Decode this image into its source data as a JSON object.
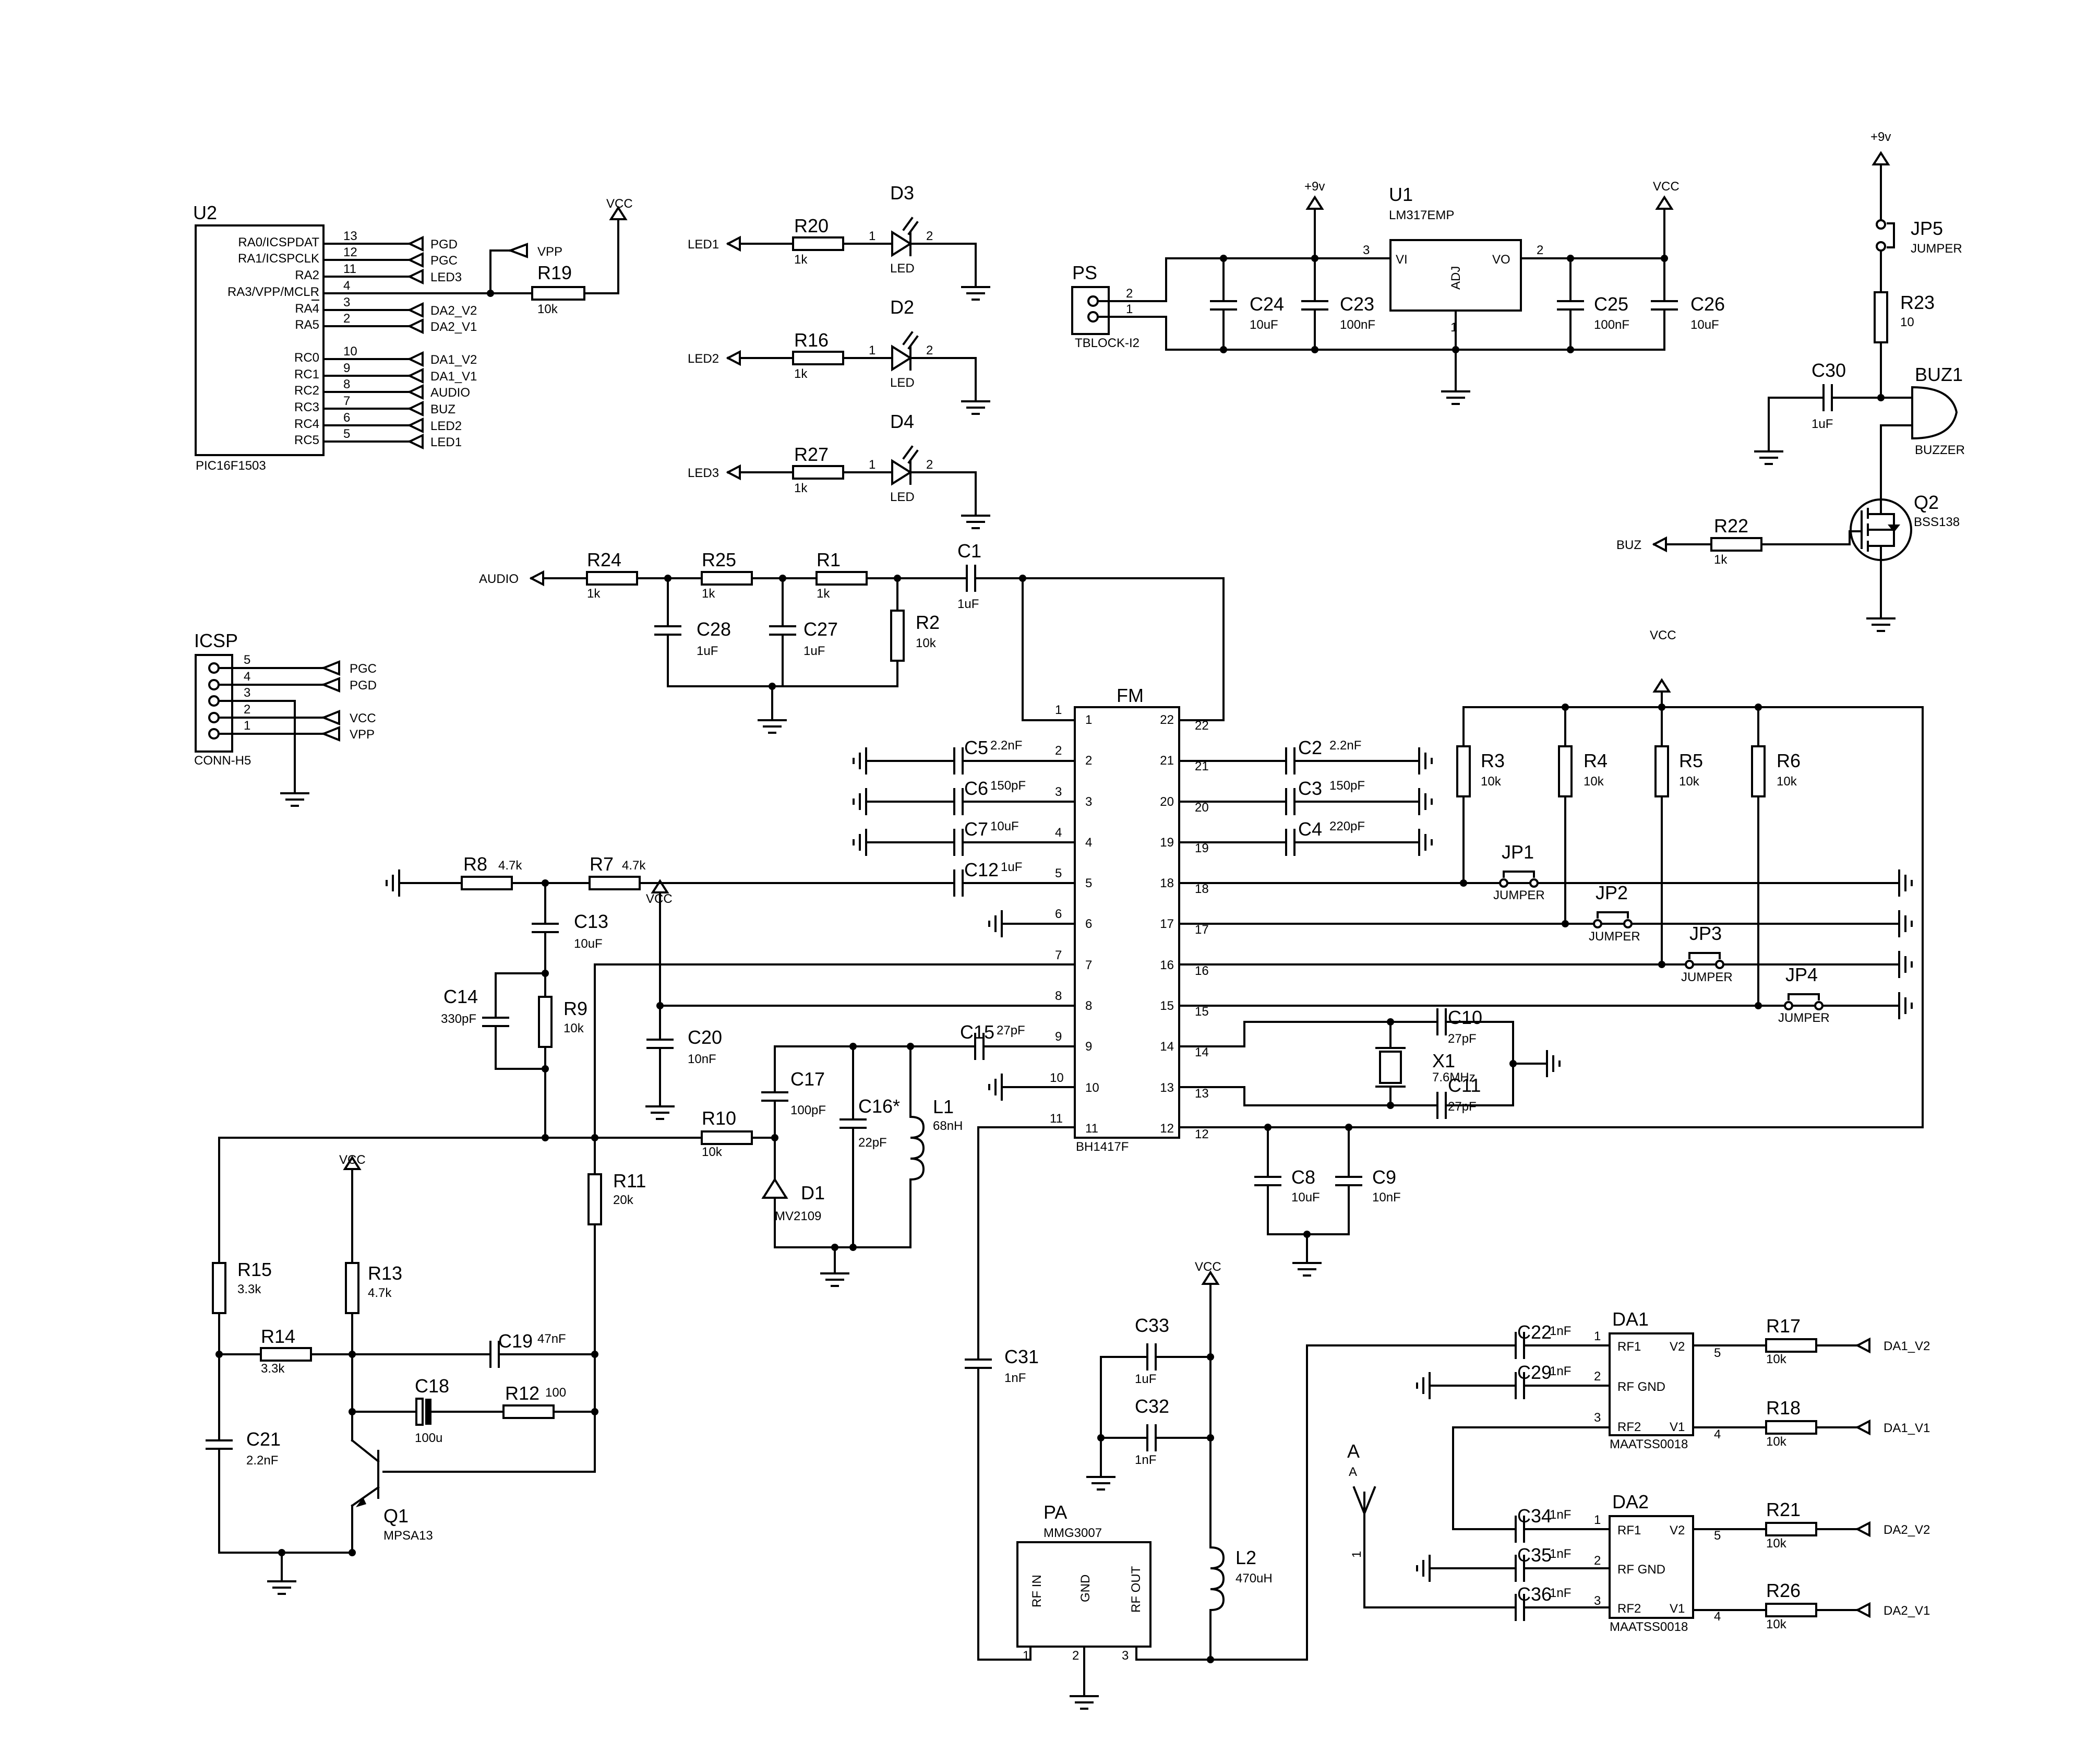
{
  "u2": {
    "ref": "U2",
    "part": "PIC16F1503",
    "pins": [
      {
        "name": "RA0/ICSPDAT",
        "num": "13",
        "net": "PGD"
      },
      {
        "name": "RA1/ICSPCLK",
        "num": "12",
        "net": "PGC"
      },
      {
        "name": "RA2",
        "num": "11",
        "net": "LED3"
      },
      {
        "name": "RA3/VPP/MCLR",
        "num": "4",
        "net": ""
      },
      {
        "name": "RA4",
        "num": "3",
        "net": "DA2_V2"
      },
      {
        "name": "RA5",
        "num": "2",
        "net": "DA2_V1"
      },
      {
        "name": "RC0",
        "num": "10",
        "net": "DA1_V2"
      },
      {
        "name": "RC1",
        "num": "9",
        "net": "DA1_V1"
      },
      {
        "name": "RC2",
        "num": "8",
        "net": "AUDIO"
      },
      {
        "name": "RC3",
        "num": "7",
        "net": "BUZ"
      },
      {
        "name": "RC4",
        "num": "6",
        "net": "LED2"
      },
      {
        "name": "RC5",
        "num": "5",
        "net": "LED1"
      }
    ],
    "vpp": "VPP",
    "vcc": "VCC",
    "r19": {
      "ref": "R19",
      "val": "10k"
    }
  },
  "icsp": {
    "ref": "ICSP",
    "part": "CONN-H5",
    "pins": [
      {
        "num": "5",
        "net": "PGC"
      },
      {
        "num": "4",
        "net": "PGD"
      },
      {
        "num": "3",
        "net": ""
      },
      {
        "num": "2",
        "net": "VCC"
      },
      {
        "num": "1",
        "net": "VPP"
      }
    ]
  },
  "leds": [
    {
      "net": "LED1",
      "r": "R20",
      "rv": "1k",
      "d": "D3",
      "dv": "LED"
    },
    {
      "net": "LED2",
      "r": "R16",
      "rv": "1k",
      "d": "D2",
      "dv": "LED"
    },
    {
      "net": "LED3",
      "r": "R27",
      "rv": "1k",
      "d": "D4",
      "dv": "LED"
    }
  ],
  "led_pins": {
    "a": "1",
    "k": "2"
  },
  "psu": {
    "ps": "PS",
    "ps_part": "TBLOCK-I2",
    "ps_pin2": "2",
    "ps_pin1": "1",
    "u1": "U1",
    "u1_part": "LM317EMP",
    "vi": "VI",
    "vo": "VO",
    "adj": "ADJ",
    "pin3": "3",
    "pin2": "2",
    "pin1": "1",
    "v9": "+9v",
    "vcc": "VCC",
    "caps": [
      {
        "ref": "C24",
        "val": "10uF"
      },
      {
        "ref": "C23",
        "val": "100nF"
      },
      {
        "ref": "C25",
        "val": "100nF"
      },
      {
        "ref": "C26",
        "val": "10uF"
      }
    ]
  },
  "buzzer": {
    "v9": "+9v",
    "jp5": "JP5",
    "jp5_val": "JUMPER",
    "r23": "R23",
    "r23_val": "10",
    "c30": "C30",
    "c30_val": "1uF",
    "buz1": "BUZ1",
    "buz1_val": "BUZZER",
    "q2": "Q2",
    "q2_val": "BSS138",
    "r22": "R22",
    "r22_val": "1k",
    "net": "BUZ"
  },
  "audio": {
    "net": "AUDIO",
    "r24": "R24",
    "r24v": "1k",
    "r25": "R25",
    "r25v": "1k",
    "r1": "R1",
    "r1v": "1k",
    "c1": "C1",
    "c1v": "1uF",
    "c28": "C28",
    "c28v": "1uF",
    "c27": "C27",
    "c27v": "1uF",
    "r2": "R2",
    "r2v": "10k"
  },
  "fm": {
    "ref": "FM",
    "part": "BH1417F",
    "left_pins": [
      "1",
      "2",
      "3",
      "4",
      "5",
      "6",
      "7",
      "8",
      "9",
      "10",
      "11"
    ],
    "right_pins": [
      "22",
      "21",
      "20",
      "19",
      "18",
      "17",
      "16",
      "15",
      "14",
      "13",
      "12"
    ]
  },
  "fm_caps": {
    "c5": "C5",
    "c5v": "2.2nF",
    "c6": "C6",
    "c6v": "150pF",
    "c7": "C7",
    "c7v": "10uF",
    "c12": "C12",
    "c12v": "1uF",
    "c2": "C2",
    "c2v": "2.2nF",
    "c3": "C3",
    "c3v": "150pF",
    "c4": "C4",
    "c4v": "220pF"
  },
  "osc": {
    "r8": "R8",
    "r8v": "4.7k",
    "r7": "R7",
    "r7v": "4.7k",
    "vcc": "VCC",
    "c13": "C13",
    "c13v": "10uF",
    "c14": "C14",
    "c14v": "330pF",
    "r9": "R9",
    "r9v": "10k",
    "c20": "C20",
    "c20v": "10nF",
    "r10": "R10",
    "r10v": "10k",
    "r11": "R11",
    "r11v": "20k",
    "c15": "C15",
    "c15v": "27pF",
    "c17": "C17",
    "c17v": "100pF",
    "c16": "C16*",
    "c16v": "22pF",
    "l1": "L1",
    "l1v": "68nH",
    "d1": "D1",
    "d1v": "MV2109"
  },
  "amp": {
    "vcc": "VCC",
    "r15": "R15",
    "r15v": "3.3k",
    "r13": "R13",
    "r13v": "4.7k",
    "r14": "R14",
    "r14v": "3.3k",
    "c19": "C19",
    "c19v": "47nF",
    "c18": "C18",
    "c18v": "100u",
    "r12": "R12",
    "r12v": "100",
    "c21": "C21",
    "c21v": "2.2nF",
    "q1": "Q1",
    "q1v": "MPSA13"
  },
  "jumpers": {
    "vcc": "VCC",
    "r": [
      {
        "ref": "R3",
        "val": "10k"
      },
      {
        "ref": "R4",
        "val": "10k"
      },
      {
        "ref": "R5",
        "val": "10k"
      },
      {
        "ref": "R6",
        "val": "10k"
      }
    ],
    "jp": [
      {
        "ref": "JP1",
        "val": "JUMPER"
      },
      {
        "ref": "JP2",
        "val": "JUMPER"
      },
      {
        "ref": "JP3",
        "val": "JUMPER"
      },
      {
        "ref": "JP4",
        "val": "JUMPER"
      }
    ]
  },
  "xtal": {
    "x1": "X1",
    "x1v": "7.6MHz",
    "c10": "C10",
    "c10v": "27pF",
    "c11": "C11",
    "c11v": "27pF",
    "c8": "C8",
    "c8v": "10uF",
    "c9": "C9",
    "c9v": "10nF"
  },
  "pa": {
    "vcc": "VCC",
    "c31": "C31",
    "c31v": "1nF",
    "c33": "C33",
    "c33v": "1uF",
    "c32": "C32",
    "c32v": "1nF",
    "pa": "PA",
    "pa_part": "MMG3007",
    "rfin": "RF IN",
    "gnd": "GND",
    "rfout": "RF OUT",
    "p1": "1",
    "p2": "2",
    "p3": "3",
    "l2": "L2",
    "l2v": "470uH",
    "ant": "A",
    "ant_val": "A",
    "ant_pin": "1"
  },
  "atten": [
    {
      "ref": "DA1",
      "part": "MAATSS0018",
      "ca": "C22",
      "cav": "1nF",
      "cb": "C29",
      "cbv": "1nF",
      "ra": "R17",
      "rav": "10k",
      "rb": "R18",
      "rbv": "10k",
      "na": "DA1_V2",
      "nb": "DA1_V1"
    },
    {
      "ref": "DA2",
      "part": "MAATSS0018",
      "ca": "C34",
      "cav": "1nF",
      "cb": "C35",
      "cbv": "1nF",
      "cc": "C36",
      "ccv": "1nF",
      "ra": "R21",
      "rav": "10k",
      "rb": "R26",
      "rbv": "10k",
      "na": "DA2_V2",
      "nb": "DA2_V1"
    }
  ],
  "atten_pins": {
    "rf1": "RF1",
    "rfgnd": "RF GND",
    "rf2": "RF2",
    "v2": "V2",
    "v1": "V1",
    "p1": "1",
    "p2": "2",
    "p3": "3",
    "p4": "4",
    "p5": "5"
  }
}
